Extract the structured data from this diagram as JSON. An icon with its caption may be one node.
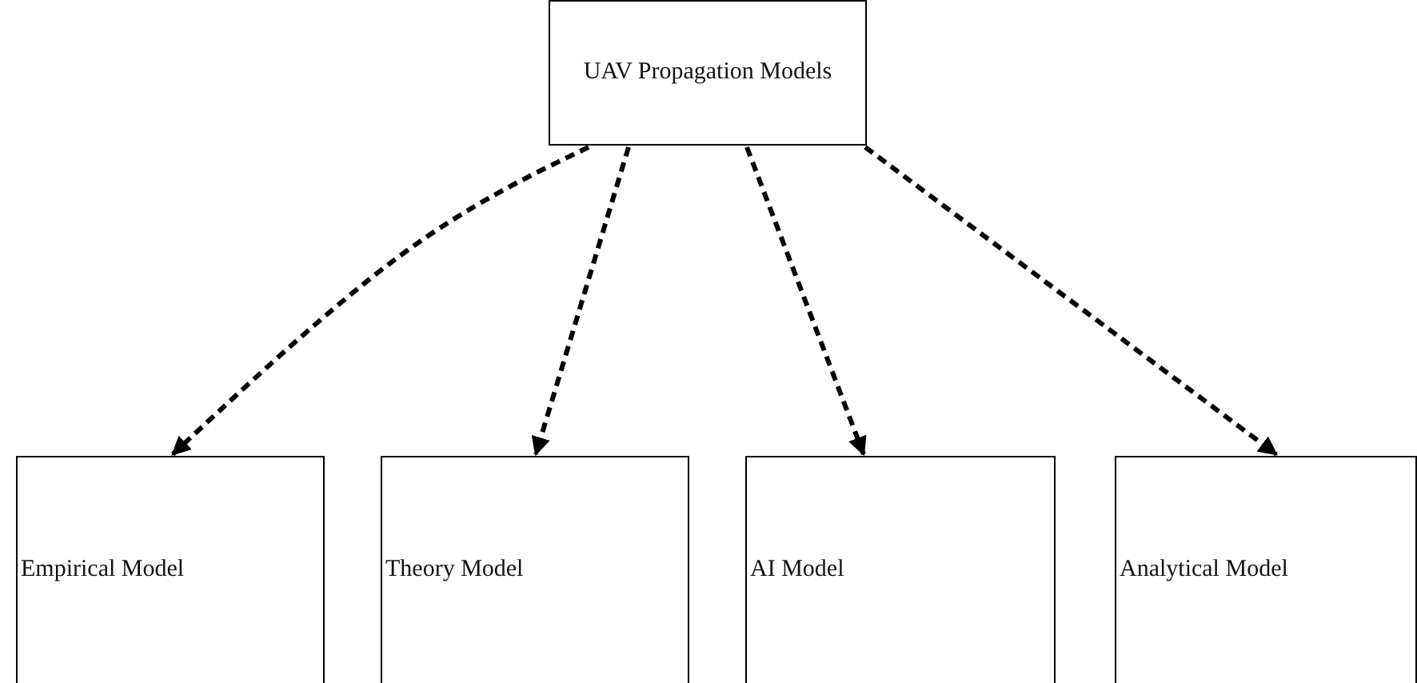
{
  "diagram": {
    "nodes": [
      {
        "text": [
          "UAV Propagation Models"
        ]
      },
      {
        "text": [
          "Empirical Model"
        ]
      },
      {
        "text": [
          "Theory Model"
        ]
      },
      {
        "text": [
          "AI Model"
        ]
      },
      {
        "text": [
          "Analytical Model"
        ]
      }
    ],
    "edges": [
      {
        "from": 0,
        "to": 1,
        "arrow": "to",
        "style": "dashed"
      },
      {
        "from": 0,
        "to": 2,
        "arrow": "to",
        "style": "dashed"
      },
      {
        "from": 0,
        "to": 3,
        "arrow": "to",
        "style": "dashed"
      },
      {
        "from": 0,
        "to": 4,
        "arrow": "to",
        "style": "dashed"
      }
    ]
  }
}
